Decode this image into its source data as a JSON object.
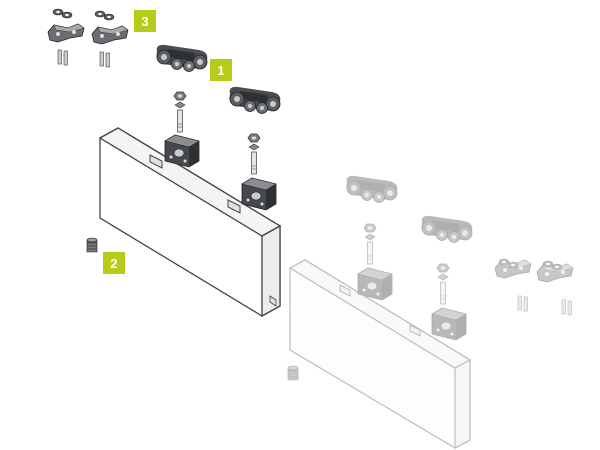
{
  "callouts": [
    {
      "label": "1"
    },
    {
      "label": "2"
    },
    {
      "label": "3"
    }
  ],
  "colors": {
    "callout_bg": "#b5cc18",
    "callout_text": "#ffffff",
    "part_dark": "#4a4d52",
    "part_mid": "#8a8d92",
    "part_light": "#c8cacc",
    "panel_stroke": "#555555",
    "ghost_stroke": "#bbbbbb",
    "background": "#ffffff"
  }
}
